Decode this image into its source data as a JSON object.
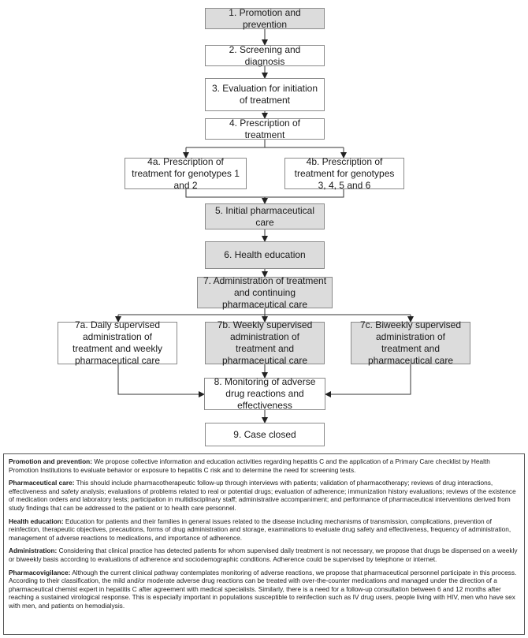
{
  "nodes": {
    "n1": "1. Promotion and prevention",
    "n2": "2. Screening and diagnosis",
    "n3": "3. Evaluation for initiation of treatment",
    "n4": "4. Prescription of treatment",
    "n4a": "4a. Prescription of treatment for genotypes 1 and 2",
    "n4b": "4b. Prescription of treatment for genotypes 3, 4, 5 and 6",
    "n5": "5. Initial pharmaceutical care",
    "n6": "6. Health education",
    "n7": "7. Administration of treatment and continuing pharmaceutical care",
    "n7a": "7a. Daily supervised administration of treatment and weekly pharmaceutical care",
    "n7b": "7b. Weekly supervised administration of treatment and pharmaceutical care",
    "n7c": "7c. Biweekly supervised administration of treatment and pharmaceutical care",
    "n8": "8. Monitoring of adverse drug reactions and effectiveness",
    "n9": "9. Case closed"
  },
  "legend": [
    {
      "term": "Promotion and prevention:",
      "text": " We propose collective information and education activities regarding hepatitis C and the application of a Primary Care checklist by Health Promotion Institutions to evaluate behavior or exposure to hepatitis C risk and to determine the need for screening tests."
    },
    {
      "term": "Pharmaceutical care:",
      "text": " This should include pharmacotherapeutic follow-up through interviews with patients; validation of pharmacotherapy; reviews of drug interactions, effectiveness and safety analysis; evaluations of problems related to real or potential drugs; evaluation of adherence; immunization history evaluations; reviews of the existence of medication orders and laboratory tests; participation in multidisciplinary staff; administrative accompaniment; and performance of pharmaceutical interventions derived from study findings that can be addressed to the patient or to health care personnel."
    },
    {
      "term": "Health education:",
      "text": " Education for patients and their families in general issues related to the disease including mechanisms of transmission, complications, prevention of reinfection, therapeutic objectives, precautions, forms of drug administration and storage, examinations to evaluate drug safety and effectiveness, frequency of administration, management of adverse reactions to medications, and importance of adherence."
    },
    {
      "term": "Administration:",
      "text": " Considering that clinical practice has detected patients for whom supervised daily treatment is not necessary, we propose that drugs be dispensed on a weekly or biweekly basis according to evaluations of adherence and sociodemographic conditions. Adherence could be supervised by telephone or internet."
    },
    {
      "term": "Pharmacovigilance:",
      "text": " Although the current clinical pathway contemplates monitoring of adverse reactions, we propose that pharmaceutical personnel participate in this process. According to their classification, the mild and/or moderate adverse drug reactions can be treated with over-the-counter medications and managed under the direction of a pharmaceutical chemist expert in hepatitis C after agreement with medical specialists. Similarly, there is a need for a follow-up consultation between 6 and 12 months after reaching a sustained virological response. This is especially important in populations susceptible to reinfection such as IV drug users, people living with HIV, men who have sex with men, and patients on hemodialysis."
    }
  ]
}
